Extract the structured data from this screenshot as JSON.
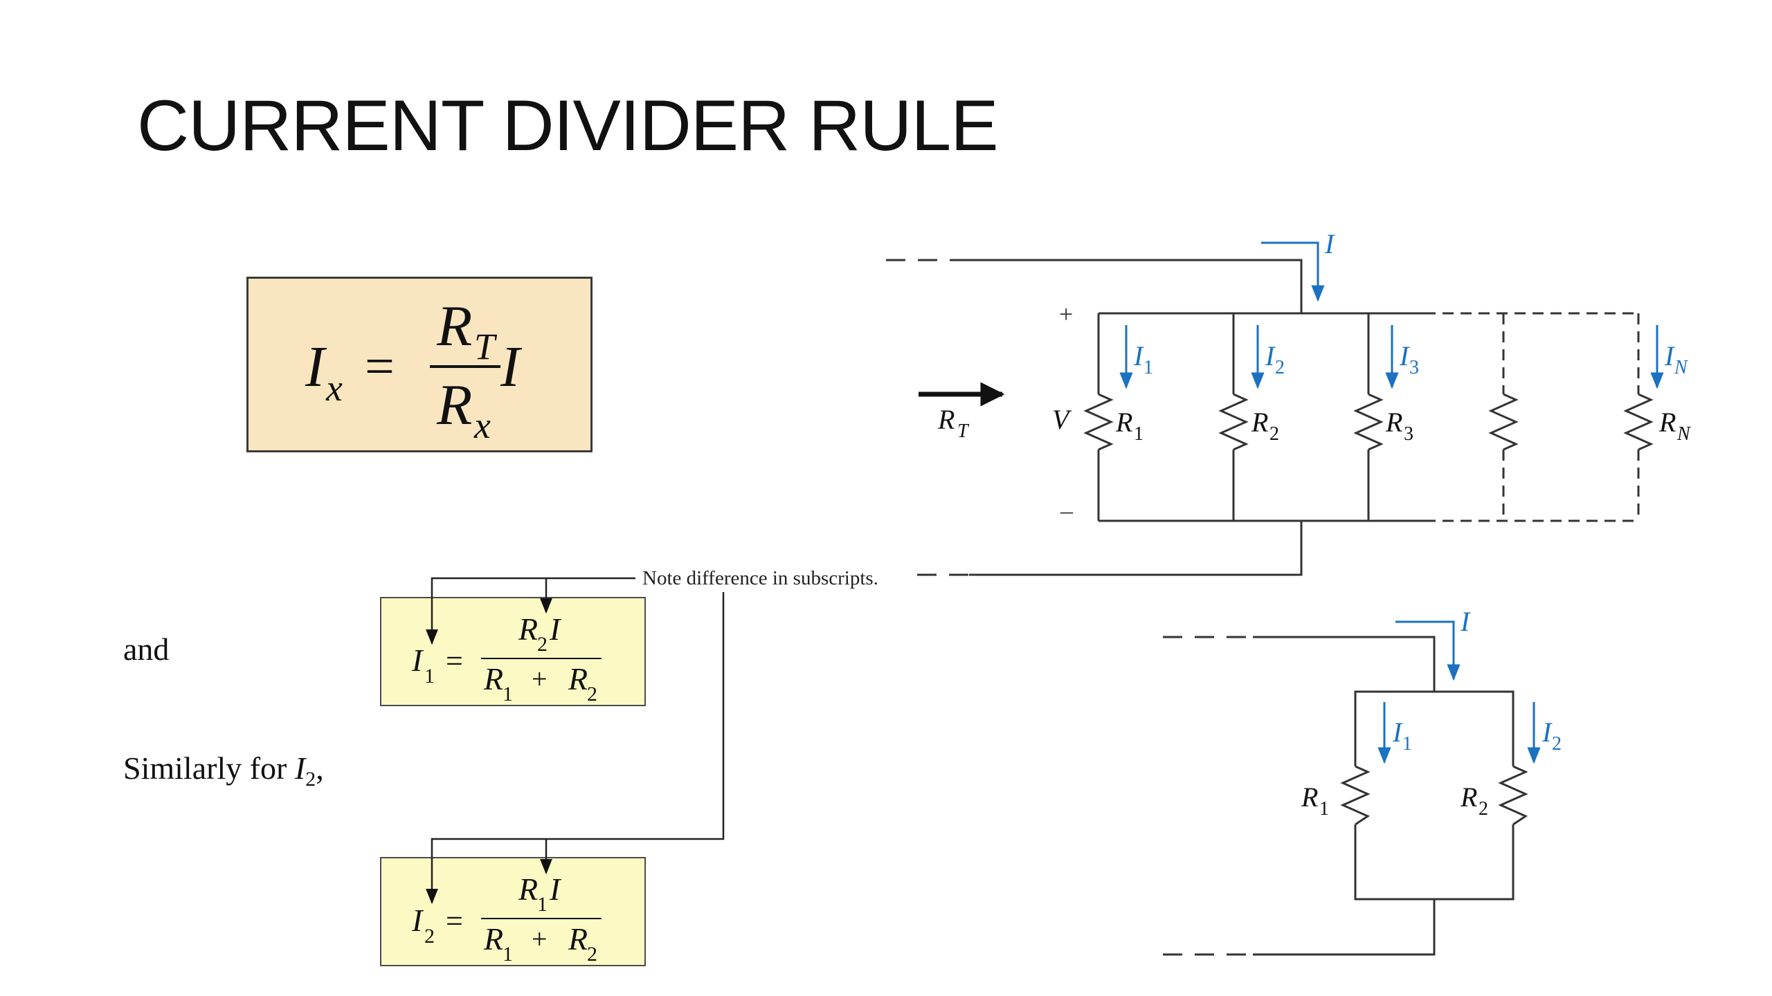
{
  "slide": {
    "title": "CURRENT DIVIDER RULE"
  },
  "main_formula": {
    "lhs": "I",
    "lhs_sub": "x",
    "equals": "=",
    "num": "R",
    "num_sub": "T",
    "den": "R",
    "den_sub": "x",
    "factor": "I"
  },
  "text_and": "and",
  "text_similarly": {
    "prefix": "Similarly for ",
    "var": "I",
    "sub": "2",
    "suffix": ","
  },
  "note": "Note difference in subscripts.",
  "formula_1": {
    "lhs": "I",
    "lhs_sub": "1",
    "equals": "=",
    "num_R": "R",
    "num_sub": "2",
    "num_I": "I",
    "den_R1": "R",
    "den_sub1": "1",
    "plus": "+",
    "den_R2": "R",
    "den_sub2": "2"
  },
  "formula_2": {
    "lhs": "I",
    "lhs_sub": "2",
    "equals": "=",
    "num_R": "R",
    "num_sub": "1",
    "num_I": "I",
    "den_R1": "R",
    "den_sub1": "1",
    "plus": "+",
    "den_R2": "R",
    "den_sub2": "2"
  },
  "circuit_1": {
    "source_current": {
      "var": "I"
    },
    "plus": "+",
    "minus": "–",
    "voltage": "V",
    "total_resistance": {
      "var": "R",
      "sub": "T"
    },
    "branches": [
      {
        "r": "R",
        "r_sub": "1",
        "i": "I",
        "i_sub": "1"
      },
      {
        "r": "R",
        "r_sub": "2",
        "i": "I",
        "i_sub": "2"
      },
      {
        "r": "R",
        "r_sub": "3",
        "i": "I",
        "i_sub": "3"
      },
      {
        "r": "R",
        "r_sub": "N",
        "i": "I",
        "i_sub": "N"
      }
    ]
  },
  "circuit_2": {
    "source_current": {
      "var": "I"
    },
    "branches": [
      {
        "r": "R",
        "r_sub": "1",
        "i": "I",
        "i_sub": "1"
      },
      {
        "r": "R",
        "r_sub": "2",
        "i": "I",
        "i_sub": "2"
      }
    ]
  },
  "colors": {
    "current_arrow": "#1a72c0",
    "main_box_fill": "#f9e6c1",
    "small_box_fill": "#fcfac4"
  }
}
